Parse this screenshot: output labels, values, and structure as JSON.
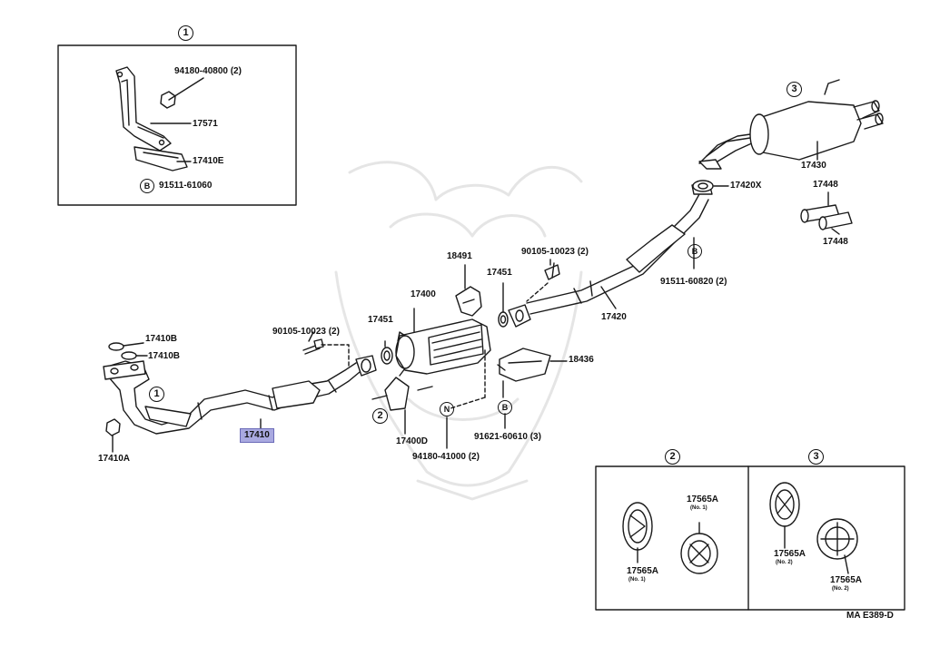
{
  "diagram": {
    "code": "MA E389-D",
    "panels": {
      "detail_1": {
        "marker": "1",
        "labels": {
          "bolt": "94180-40800 (2)",
          "bracket": "17571",
          "plate": "17410E",
          "bolt_b": "91511-61060",
          "bolt_b_marker": "B"
        }
      },
      "detail_2": {
        "marker": "2",
        "part_top": "17565A",
        "part_top_sub": "(No. 1)",
        "part_bottom": "17565A",
        "part_bottom_sub": "(No. 1)"
      },
      "detail_3": {
        "marker": "3",
        "part_left": "17565A",
        "part_left_sub": "(No. 2)",
        "part_right": "17565A",
        "part_right_sub": "(No. 2)"
      }
    },
    "parts": {
      "p17410B_a": "17410B",
      "p17410B_b": "17410B",
      "p17410A": "17410A",
      "p17410": "17410",
      "p90105_left": "90105-10023 (2)",
      "p17451_left": "17451",
      "p17400": "17400",
      "p18491": "18491",
      "p17451_right": "17451",
      "p90105_right": "90105-10023 (2)",
      "p17420": "17420",
      "p91511": "91511-60820 (2)",
      "p91511_marker": "B",
      "p17420X": "17420X",
      "p17430": "17430",
      "p17448_a": "17448",
      "p17448_b": "17448",
      "p18436": "18436",
      "p91621": "91621-60610 (3)",
      "p91621_marker": "B",
      "p94180": "94180-41000 (2)",
      "p94180_marker": "N",
      "p17400D": "17400D",
      "marker_1": "1",
      "marker_2": "2",
      "marker_3": "3"
    },
    "highlight_color": "#a9a9e0"
  }
}
